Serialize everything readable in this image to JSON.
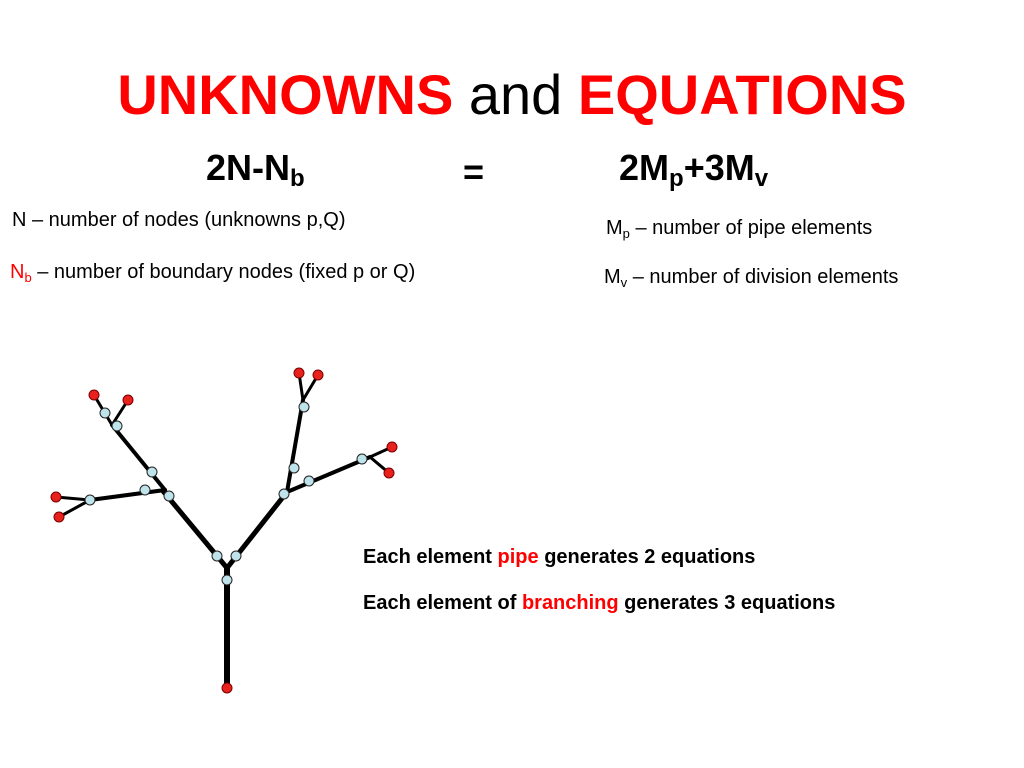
{
  "title": {
    "part1": "UNKNOWNS",
    "part2": " and ",
    "part3": "EQUATIONS"
  },
  "equation": {
    "left_base": "2N-N",
    "left_sub": "b",
    "equals": "=",
    "right_a": "2M",
    "right_a_sub": "p",
    "right_b": "+3M",
    "right_b_sub": "v"
  },
  "definitions": {
    "n": "N – number of nodes (unknowns p,Q)",
    "nb_sym": "N",
    "nb_sub": "b",
    "nb_text": " – number of boundary nodes (fixed p or Q)",
    "mp_sym": "M",
    "mp_sub": "p",
    "mp_text": " – number of pipe elements",
    "mv_sym": "M",
    "mv_sub": "v",
    "mv_text": " – number of division elements"
  },
  "notes": {
    "line1_a": "Each element ",
    "line1_b": "pipe",
    "line1_c": " generates 2 equations",
    "line2_a": "Each element of ",
    "line2_b": "branching",
    "line2_c": " generates 3 equations"
  },
  "colors": {
    "accent": "#ff0000",
    "internal_node": "#bfe3ea",
    "boundary_node": "#e8211d",
    "pipe": "#000000"
  }
}
